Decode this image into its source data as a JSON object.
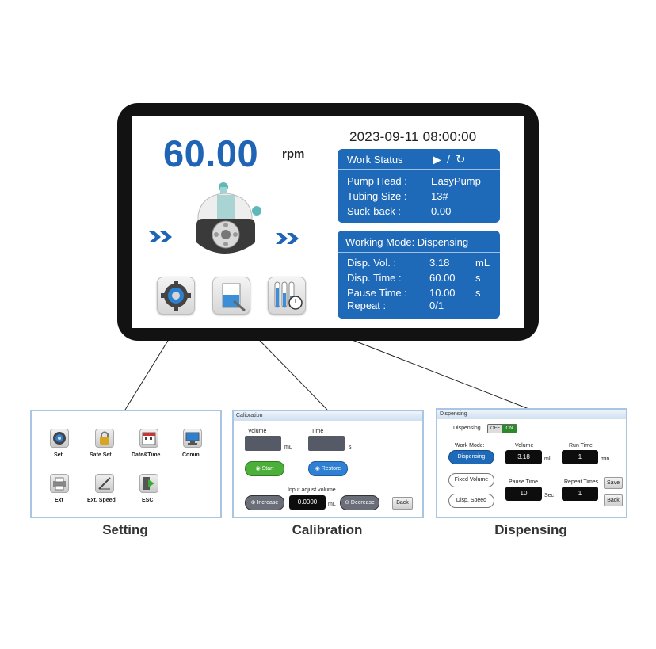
{
  "main": {
    "speed_value": "60.00",
    "speed_unit": "rpm",
    "datetime": "2023-09-11  08:00:00",
    "flow_arrows": "»",
    "work_status": {
      "title": "Work Status",
      "play_symbol": "▶",
      "separator": "/",
      "reverse_symbol": "↻",
      "rows": [
        {
          "label": "Pump Head :",
          "value": "EasyPump"
        },
        {
          "label": "Tubing Size :",
          "value": "13#"
        },
        {
          "label": "Suck-back :",
          "value": "0.00"
        }
      ]
    },
    "working_mode": {
      "title": "Working Mode:  Dispensing",
      "rows": [
        {
          "label": "Disp. Vol.   :",
          "value": "3.18",
          "unit": "mL"
        },
        {
          "label": "Disp. Time :",
          "value": "60.00",
          "unit": "s"
        },
        {
          "label": "Pause Time :",
          "value": "10.00",
          "unit": "s"
        },
        {
          "label": "Repeat  :",
          "value": "0/1",
          "unit": ""
        }
      ]
    }
  },
  "setting": {
    "caption": "Setting",
    "items": [
      {
        "label": "Set",
        "icon": "gear-icon"
      },
      {
        "label": "Safe Set",
        "icon": "lock-icon"
      },
      {
        "label": "Date&Time",
        "icon": "calendar-icon"
      },
      {
        "label": "Comm",
        "icon": "computer-icon"
      },
      {
        "label": "Ext",
        "icon": "printer-icon"
      },
      {
        "label": "Ext. Speed",
        "icon": "slope-icon"
      },
      {
        "label": "ESC",
        "icon": "exit-icon"
      }
    ]
  },
  "calibration": {
    "caption": "Calibration",
    "title": "Calibration",
    "volume_label": "Volume",
    "volume_unit": "mL",
    "time_label": "Time",
    "time_unit": "s",
    "start_label": "Start",
    "restore_label": "Restore",
    "adjust_label": "Input adjust volume",
    "increase_label": "Increase",
    "adjust_value": "0.0000",
    "adjust_unit": "mL",
    "decrease_label": "Decrease",
    "back_label": "Back"
  },
  "dispensing": {
    "caption": "Dispensing",
    "title": "Dispensing",
    "dispensing_label": "Dispensing",
    "toggle_off": "OFF",
    "toggle_on": "ON",
    "work_mode_label": "Work Mode:",
    "mode_buttons": [
      "Dispensing",
      "Fixed Volume",
      "Disp. Speed"
    ],
    "volume_label": "Volume",
    "volume_value": "3.18",
    "volume_unit": "mL",
    "run_time_label": "Run Time",
    "run_time_value": "1",
    "run_time_unit": "min",
    "pause_time_label": "Pause Time",
    "pause_time_value": "10",
    "pause_time_unit": "Sec",
    "repeat_label": "Repeat Times",
    "repeat_value": "1",
    "save_label": "Save",
    "back_label": "Back"
  },
  "colors": {
    "accent_blue": "#1f6ab8",
    "speed_blue": "#1f64b5",
    "button_green": "#4caf3a",
    "toggle_on_green": "#2c8a2c"
  }
}
